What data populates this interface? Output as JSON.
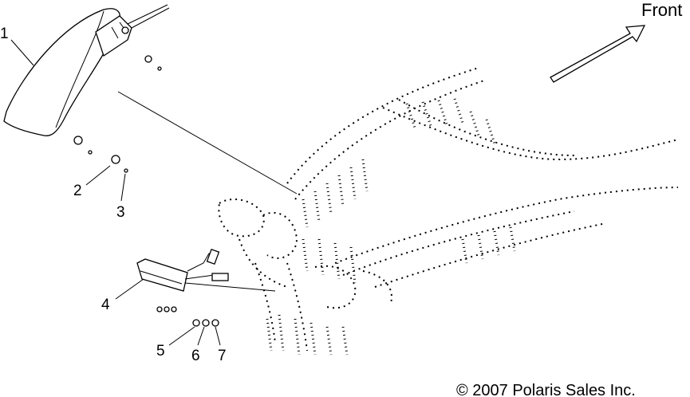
{
  "diagram": {
    "front_label": "Front",
    "copyright": "© 2007 Polaris Sales Inc.",
    "callouts": [
      {
        "id": "callout-1",
        "label": "1"
      },
      {
        "id": "callout-2",
        "label": "2"
      },
      {
        "id": "callout-3",
        "label": "3"
      },
      {
        "id": "callout-4",
        "label": "4"
      },
      {
        "id": "callout-5",
        "label": "5"
      },
      {
        "id": "callout-6",
        "label": "6"
      },
      {
        "id": "callout-7",
        "label": "7"
      }
    ]
  }
}
